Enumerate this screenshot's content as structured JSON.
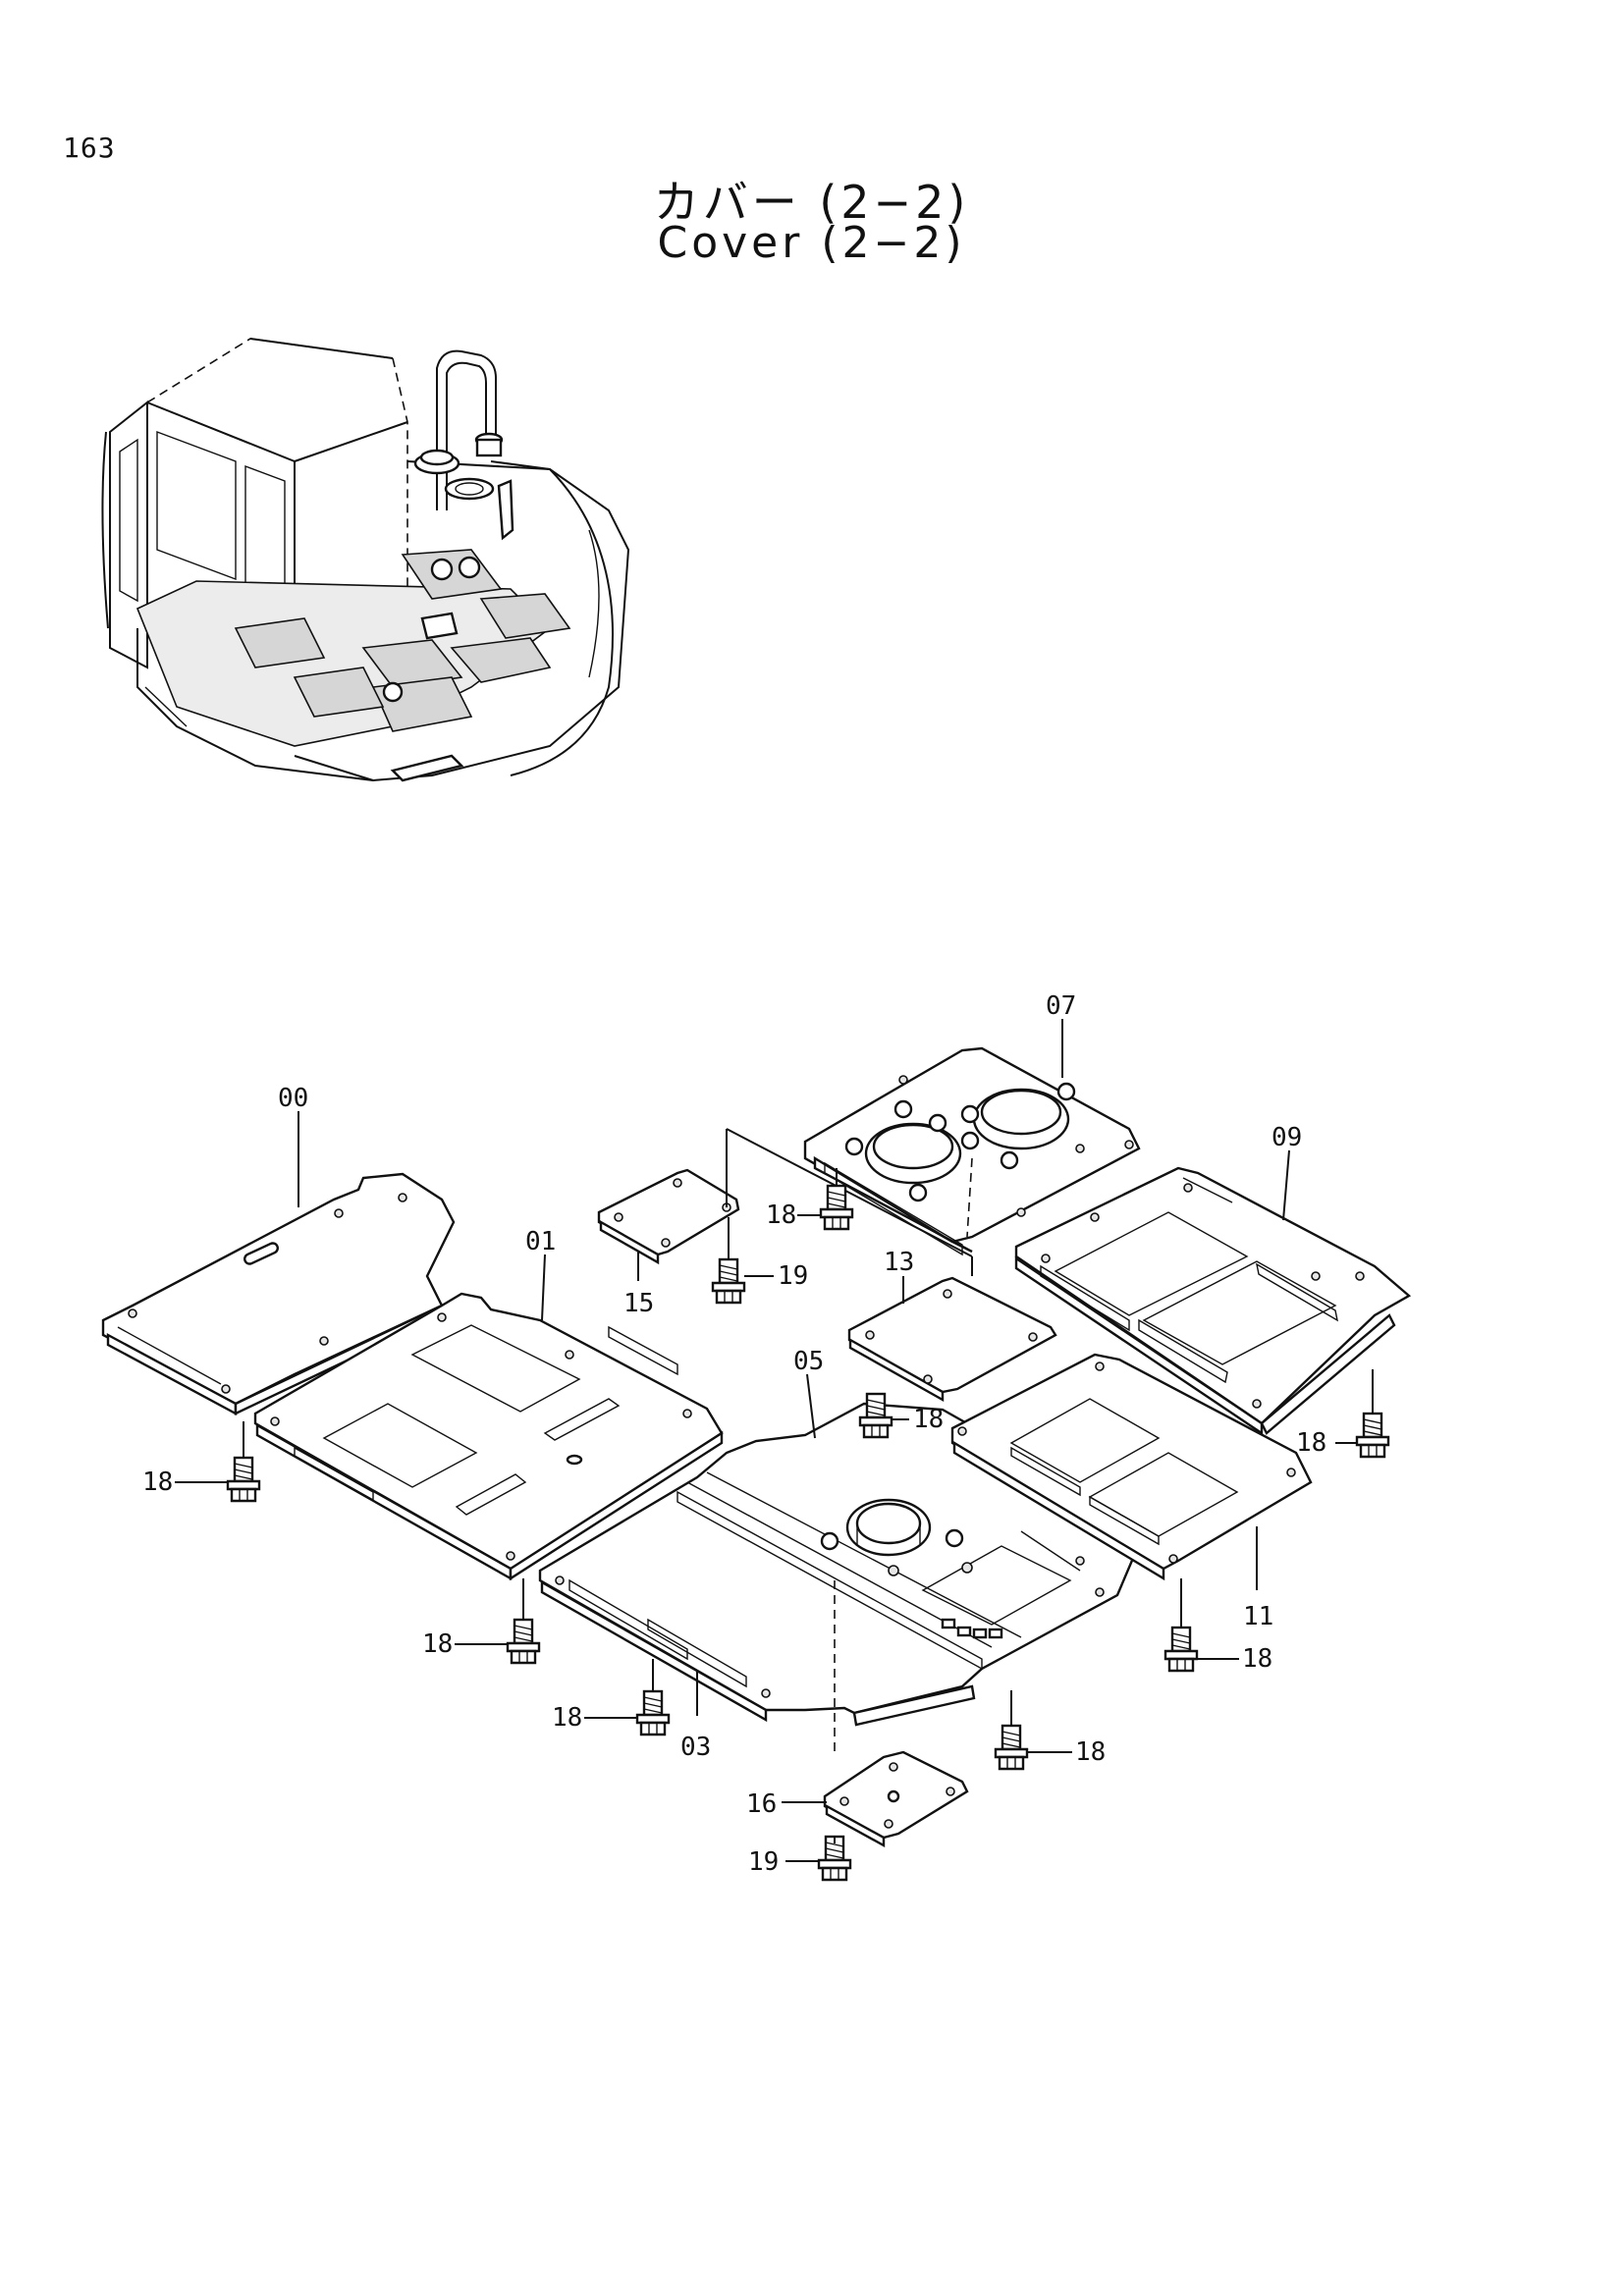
{
  "page_number": "163",
  "title_jp": "カバー (2−2)",
  "title_en": "Cover (2−2)",
  "callouts": {
    "c00": "00",
    "c01": "01",
    "c03": "03",
    "c05": "05",
    "c07": "07",
    "c09": "09",
    "c11": "11",
    "c13": "13",
    "c15": "15",
    "c16": "16",
    "c18": "18",
    "c19": "19"
  }
}
